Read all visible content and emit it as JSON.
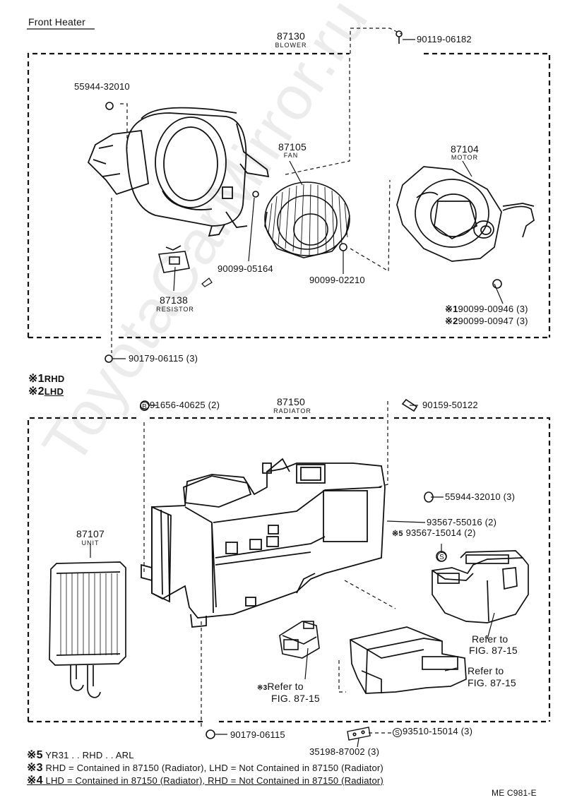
{
  "title": "Front Heater",
  "watermark": "ToyotaCarMirror.ru",
  "parts_top": {
    "blower": {
      "number": "87130",
      "name": "BLOWER"
    },
    "fan": {
      "number": "87105",
      "name": "FAN"
    },
    "motor": {
      "number": "87104",
      "name": "MOTOR"
    },
    "resistor": {
      "number": "87138",
      "name": "RESISTOR"
    },
    "p1": "90119-06182",
    "p2": "55944-32010",
    "p3": "90099-05164",
    "p4": "90099-02210",
    "p5_mark": "※1",
    "p5": "90099-00946 (3)",
    "p6_mark": "※2",
    "p6": "90099-00947 (3)",
    "p7": "90179-06115 (3)"
  },
  "notes_side": {
    "n1_mark": "※1",
    "n1": "RHD",
    "n2_mark": "※2",
    "n2": "LHD"
  },
  "parts_bottom": {
    "radiator": {
      "number": "87150",
      "name": "RADIATOR"
    },
    "unit": {
      "number": "87107",
      "name": "UNIT"
    },
    "b1_sym": "B",
    "b1": "91656-40625 (2)",
    "b2": "90159-50122",
    "b3": "55944-32010 (3)",
    "b4": "93567-55016 (2)",
    "b5_mark": "※5",
    "b5": "93567-15014 (2)",
    "s_sym": "S",
    "refer1a": "Refer to",
    "refer1b": "FIG. 87-15",
    "refer2a": "Refer to",
    "refer2b": "FIG. 87-15",
    "refer3_mark": "※3",
    "refer3a": "Refer to",
    "refer3b": "FIG. 87-15",
    "b6": "90179-06115",
    "b7_sym": "S",
    "b7": "93510-15014 (3)",
    "b8": "35198-87002 (3)"
  },
  "footnotes": [
    {
      "mark": "※5",
      "text": "YR31 . . RHD . . ARL"
    },
    {
      "mark": "※3",
      "text": "RHD = Contained in 87150 (Radiator), LHD = Not Contained in 87150 (Radiator)"
    },
    {
      "mark": "※4",
      "text": "LHD = Contained in 87150 (Radiator), RHD = Not Contained in 87150 (Radiator)"
    }
  ],
  "figure_code": "ME C981-E"
}
